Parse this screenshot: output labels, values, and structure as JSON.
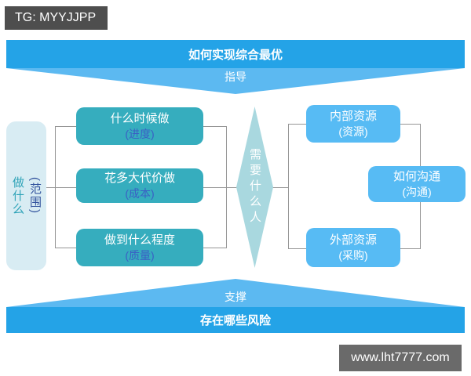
{
  "watermarks": {
    "tg": "TG: MYYJJPP",
    "site": "www.lht7777.com"
  },
  "top": {
    "banner": "如何实现综合最优",
    "arrow_label": "指导"
  },
  "bottom": {
    "banner": "存在哪些风险",
    "arrow_label": "支撑"
  },
  "scope": {
    "title": "做什么",
    "subtitle": "(范围)"
  },
  "diamond": {
    "label": "需要什么人"
  },
  "left_boxes": [
    {
      "title": "什么时候做",
      "subtitle": "(进度)"
    },
    {
      "title": "花多大代价做",
      "subtitle": "(成本)"
    },
    {
      "title": "做到什么程度",
      "subtitle": "(质量)"
    }
  ],
  "right_boxes": [
    {
      "title": "内部资源",
      "subtitle": "(资源)"
    },
    {
      "title": "如何沟通",
      "subtitle": "(沟通)"
    },
    {
      "title": "外部资源",
      "subtitle": "(采购)"
    }
  ],
  "colors": {
    "banner_blue": "#24A3E7",
    "arrow_blue": "#5CB9F1",
    "teal_box": "#36ADBE",
    "teal_subtitle": "#3A5FC5",
    "right_box": "#57BBF4",
    "scope_box_bg": "#D8ECF3",
    "scope_title": "#2FA3B8",
    "scope_subtitle": "#33549E",
    "diamond_bg": "#A9D8DF",
    "connector": "#969696",
    "label_dark": "#4E4E4E",
    "label_gray": "#6A6A6A"
  }
}
